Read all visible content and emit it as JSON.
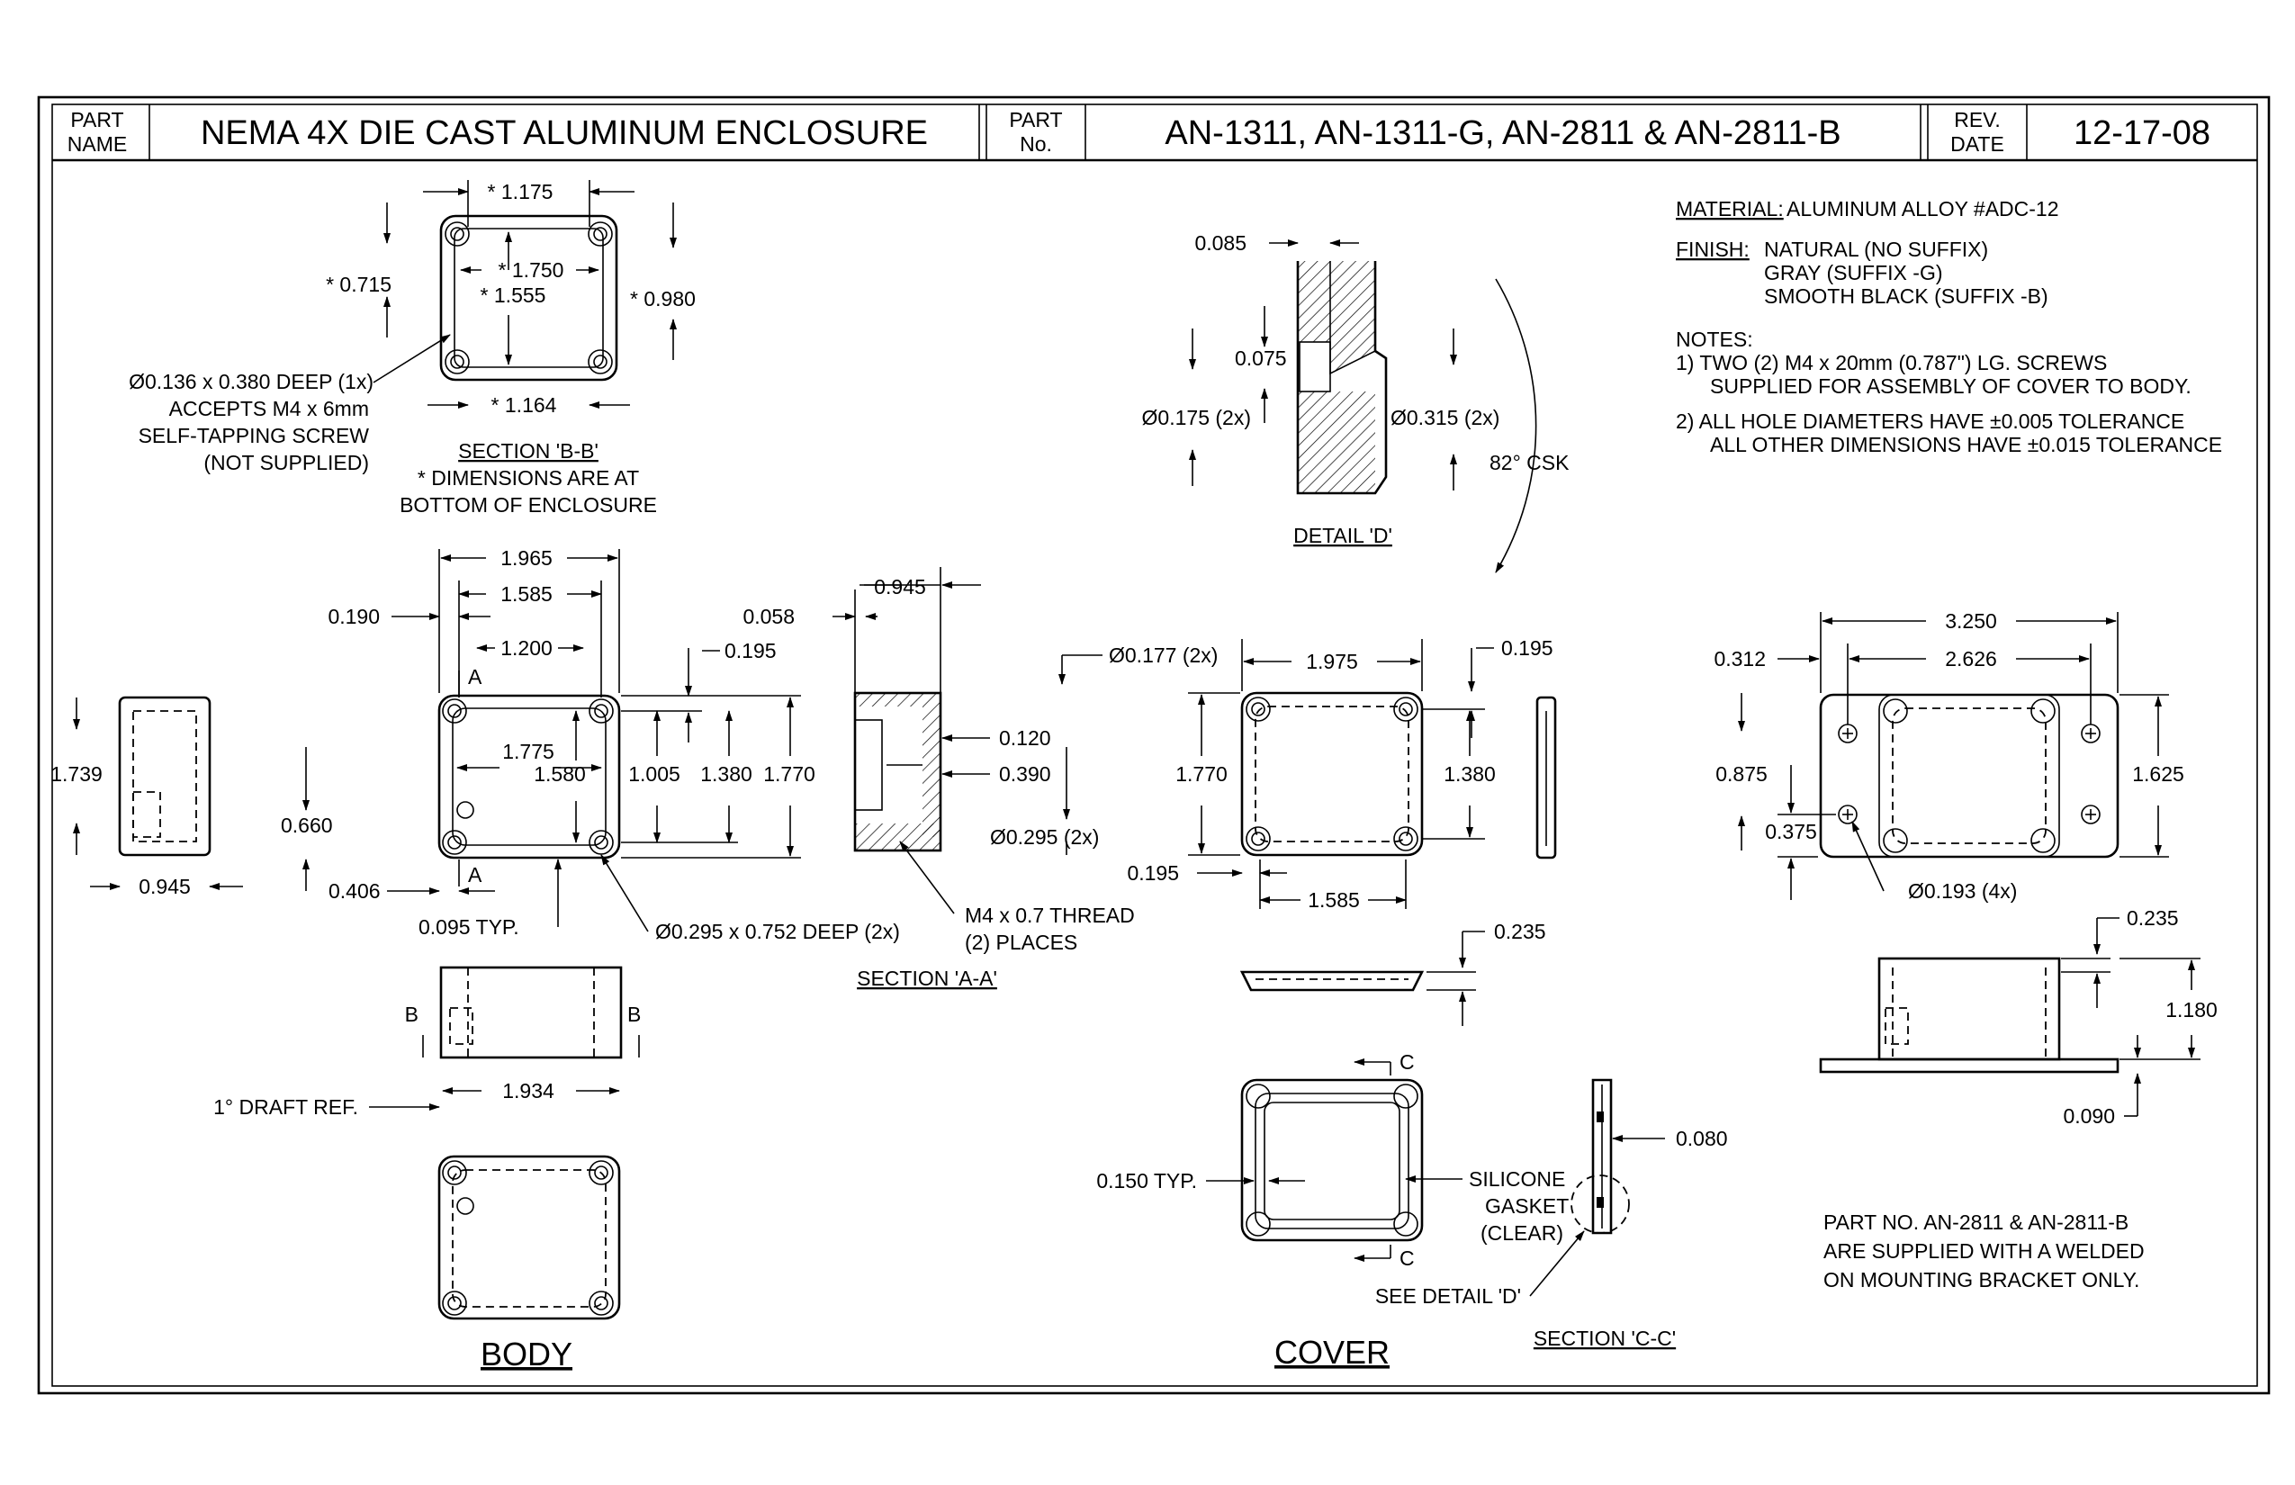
{
  "title_block": {
    "part_name_label_1": "PART",
    "part_name_label_2": "NAME",
    "part_name": "NEMA 4X DIE CAST ALUMINUM ENCLOSURE",
    "part_no_label_1": "PART",
    "part_no_label_2": "No.",
    "part_no": "AN-1311, AN-1311-G, AN-2811 & AN-2811-B",
    "rev_label_1": "REV.",
    "rev_label_2": "DATE",
    "rev_date": "12-17-08"
  },
  "specs": {
    "material_label": "MATERIAL:",
    "material": "ALUMINUM ALLOY #ADC-12",
    "finish_label": "FINISH:",
    "finish_1": "NATURAL (NO SUFFIX)",
    "finish_2": "GRAY (SUFFIX -G)",
    "finish_3": "SMOOTH BLACK (SUFFIX -B)",
    "notes_label": "NOTES:",
    "note_1a": "1) TWO (2) M4 x 20mm (0.787\") LG. SCREWS",
    "note_1b": "SUPPLIED FOR ASSEMBLY OF COVER TO BODY.",
    "note_2a": "2) ALL HOLE DIAMETERS HAVE ±0.005 TOLERANCE",
    "note_2b": "ALL OTHER DIMENSIONS HAVE ±0.015 TOLERANCE",
    "bracket_note_1": "PART NO. AN-2811 & AN-2811-B",
    "bracket_note_2": "ARE SUPPLIED WITH A WELDED",
    "bracket_note_3": "ON MOUNTING BRACKET ONLY."
  },
  "section_bb": {
    "d_top": "* 1.175",
    "d_inner_w": "* 1.750",
    "d_inner_w2": "* 1.555",
    "d_left": "* 0.715",
    "d_right": "* 0.980",
    "d_bottom": "* 1.164",
    "hole_1": "Ø0.136 x 0.380 DEEP (1x)",
    "hole_2": "ACCEPTS M4 x 6mm",
    "hole_3": "SELF-TAPPING SCREW",
    "hole_4": "(NOT SUPPLIED)",
    "title": "SECTION 'B-B'",
    "note_1": "* DIMENSIONS ARE AT",
    "note_2": "BOTTOM OF ENCLOSURE"
  },
  "detail_d": {
    "d_085": "0.085",
    "d_075": "0.075",
    "d_175": "Ø0.175 (2x)",
    "d_315": "Ø0.315 (2x)",
    "csk": "82° CSK",
    "title": "DETAIL 'D'"
  },
  "body_plan": {
    "d_1965": "1.965",
    "d_1585": "1.585",
    "d_1200": "1.200",
    "d_0190": "0.190",
    "d_0195": "0.195",
    "d_1775": "1.775",
    "d_1580": "1.580",
    "d_1005": "1.005",
    "d_1380": "1.380",
    "d_1770": "1.770",
    "d_0660": "0.660",
    "d_0406": "0.406",
    "d_0095": "0.095 TYP.",
    "hole": "Ø0.295 x 0.752 DEEP (2x)",
    "sec_a_top": "A",
    "sec_a_bot": "A",
    "side_h": "1.739",
    "side_w": "0.945"
  },
  "section_aa": {
    "d_0945": "0.945",
    "d_0058": "0.058",
    "d_0120": "0.120",
    "d_0390": "0.390",
    "d_0295": "Ø0.295 (2x)",
    "thread_1": "M4 x 0.7 THREAD",
    "thread_2": "(2) PLACES",
    "title": "SECTION 'A-A'"
  },
  "body_front": {
    "b_left": "B",
    "b_right": "B",
    "d_1934": "1.934",
    "draft": "1° DRAFT REF."
  },
  "body_label": "BODY",
  "cover_plan": {
    "d_0177": "Ø0.177 (2x)",
    "d_1975": "1.975",
    "d_0195_top": "0.195",
    "d_1770": "1.770",
    "d_1380": "1.380",
    "d_0195_bot": "0.195",
    "d_1585": "1.585",
    "d_0235": "0.235"
  },
  "cover_bottom": {
    "c_top": "C",
    "c_bot": "C",
    "d_0150": "0.150 TYP.",
    "gasket_1": "SILICONE",
    "gasket_2": "GASKET",
    "gasket_3": "(CLEAR)",
    "d_0080": "0.080",
    "see_detail": "SEE DETAIL 'D'",
    "section_title": "SECTION 'C-C'"
  },
  "cover_label": "COVER",
  "bracket": {
    "d_3250": "3.250",
    "d_2626": "2.626",
    "d_0312": "0.312",
    "d_0875": "0.875",
    "d_0375": "0.375",
    "d_1625": "1.625",
    "hole": "Ø0.193 (4x)",
    "d_0235": "0.235",
    "d_1180": "1.180",
    "d_0090": "0.090"
  }
}
